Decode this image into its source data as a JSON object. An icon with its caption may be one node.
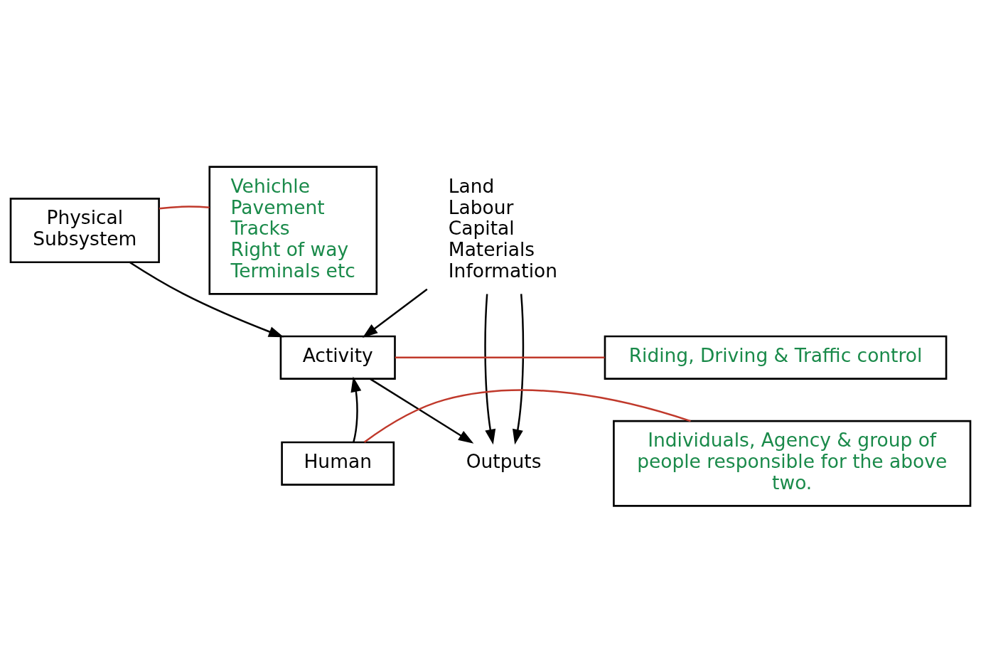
{
  "diagram": {
    "nodes": [
      {
        "text": [
          "Land",
          "Labour",
          "Capital",
          "Materials",
          "Information"
        ]
      },
      {
        "text": [
          "Physical Subsystem"
        ]
      },
      {
        "text": [
          "Activity"
        ]
      },
      {
        "text": [
          "Human"
        ]
      },
      {
        "text": [
          "Vehichle",
          "Pavement",
          "Tracks",
          "Right of way",
          "Terminals etc"
        ]
      },
      {
        "text": [
          "Riding, Driving & Traffic control"
        ]
      },
      {
        "text": [
          "Individuals, Agency & group of people responsible for the above two."
        ]
      },
      {
        "text": [
          "Outputs"
        ]
      }
    ],
    "edges": [
      {
        "from": 0,
        "to": 2,
        "arrow": "to"
      },
      {
        "from": 0,
        "to": 7,
        "arrow": "to"
      },
      {
        "from": 0,
        "to": 7,
        "arrow": "to"
      },
      {
        "from": 1,
        "to": 2,
        "arrow": "to"
      },
      {
        "from": 3,
        "to": 2,
        "arrow": "to"
      },
      {
        "from": 2,
        "to": 7,
        "arrow": "to"
      },
      {
        "from": 1,
        "to": 4,
        "arrow": "none",
        "color": "#c0392b"
      },
      {
        "from": 2,
        "to": 5,
        "arrow": "none",
        "color": "#c0392b"
      },
      {
        "from": 3,
        "to": 6,
        "arrow": "none",
        "color": "#c0392b"
      }
    ]
  }
}
